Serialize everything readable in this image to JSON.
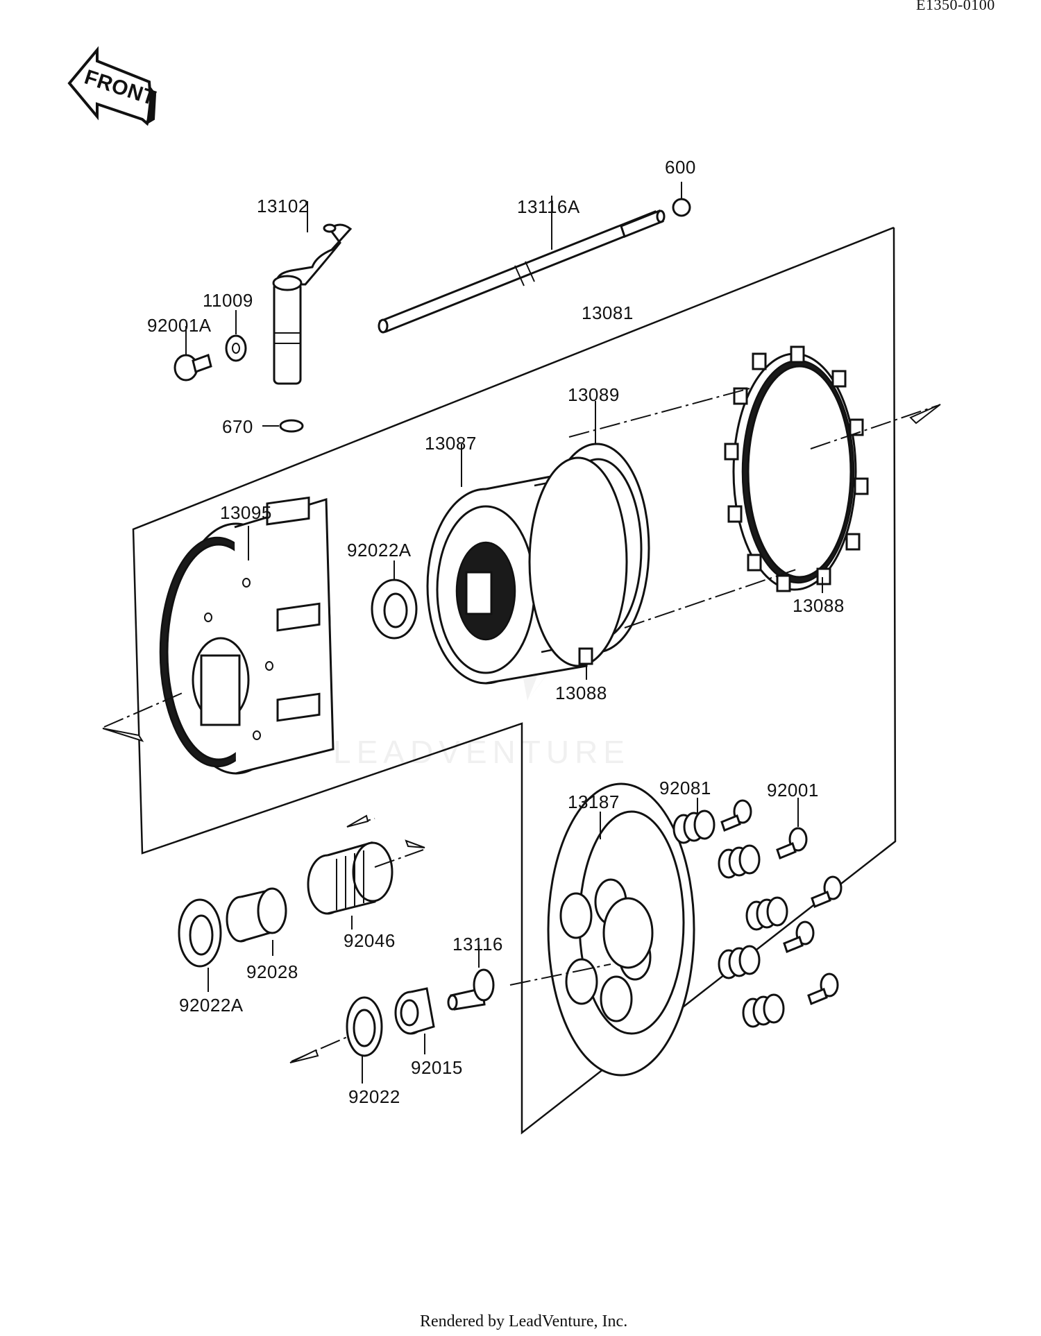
{
  "diagram_code": "E1350-0100",
  "front_label": "FRONT",
  "watermark": "LEADVENTURE",
  "footer": "Rendered by LeadVenture, Inc.",
  "parts": [
    {
      "id": "p600",
      "label": "600"
    },
    {
      "id": "p13102",
      "label": "13102"
    },
    {
      "id": "p13116A",
      "label": "13116A"
    },
    {
      "id": "p11009",
      "label": "11009"
    },
    {
      "id": "p92001A",
      "label": "92001A"
    },
    {
      "id": "p13081",
      "label": "13081"
    },
    {
      "id": "p670",
      "label": "670"
    },
    {
      "id": "p13089",
      "label": "13089"
    },
    {
      "id": "p13087",
      "label": "13087"
    },
    {
      "id": "p13095",
      "label": "13095"
    },
    {
      "id": "p92022A_top",
      "label": "92022A"
    },
    {
      "id": "p13088_right",
      "label": "13088"
    },
    {
      "id": "p13088_bottom",
      "label": "13088"
    },
    {
      "id": "p92081",
      "label": "92081"
    },
    {
      "id": "p92001",
      "label": "92001"
    },
    {
      "id": "p13187",
      "label": "13187"
    },
    {
      "id": "p92046",
      "label": "92046"
    },
    {
      "id": "p13116",
      "label": "13116"
    },
    {
      "id": "p92028",
      "label": "92028"
    },
    {
      "id": "p92022A_bottom",
      "label": "92022A"
    },
    {
      "id": "p92015",
      "label": "92015"
    },
    {
      "id": "p92022",
      "label": "92022"
    }
  ]
}
